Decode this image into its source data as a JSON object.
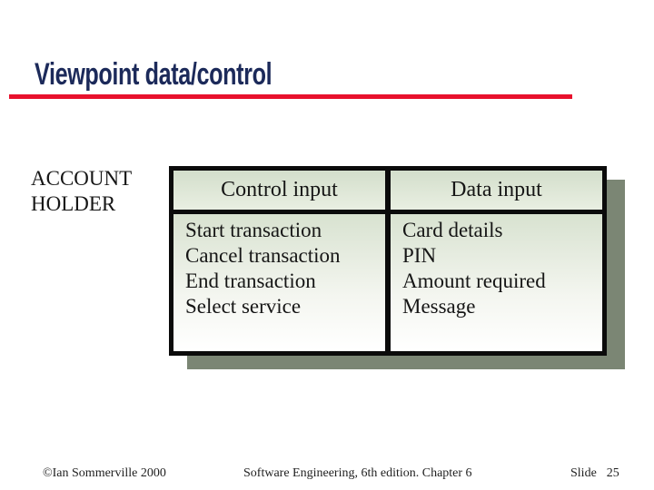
{
  "slide": {
    "title": "Viewpoint data/control",
    "title_color": "#1c2a5a",
    "accent_color": "#e8112d"
  },
  "diagram": {
    "row_label": "ACCOUNT HOLDER",
    "shadow_color": "#7b8674",
    "cell_tint_color": "#d8e2d0",
    "border_color": "#0b0b0b",
    "table": {
      "columns": [
        {
          "header": "Control input",
          "items": [
            "Start transaction",
            "Cancel transaction",
            "End transaction",
            "Select service"
          ]
        },
        {
          "header": "Data input",
          "items": [
            "Card details",
            "PIN",
            "Amount required",
            "Message"
          ]
        }
      ]
    }
  },
  "footer": {
    "copyright": "©Ian Sommerville 2000",
    "center": "Software Engineering, 6th edition. Chapter 6",
    "slide_label": "Slide",
    "slide_number": "25"
  }
}
